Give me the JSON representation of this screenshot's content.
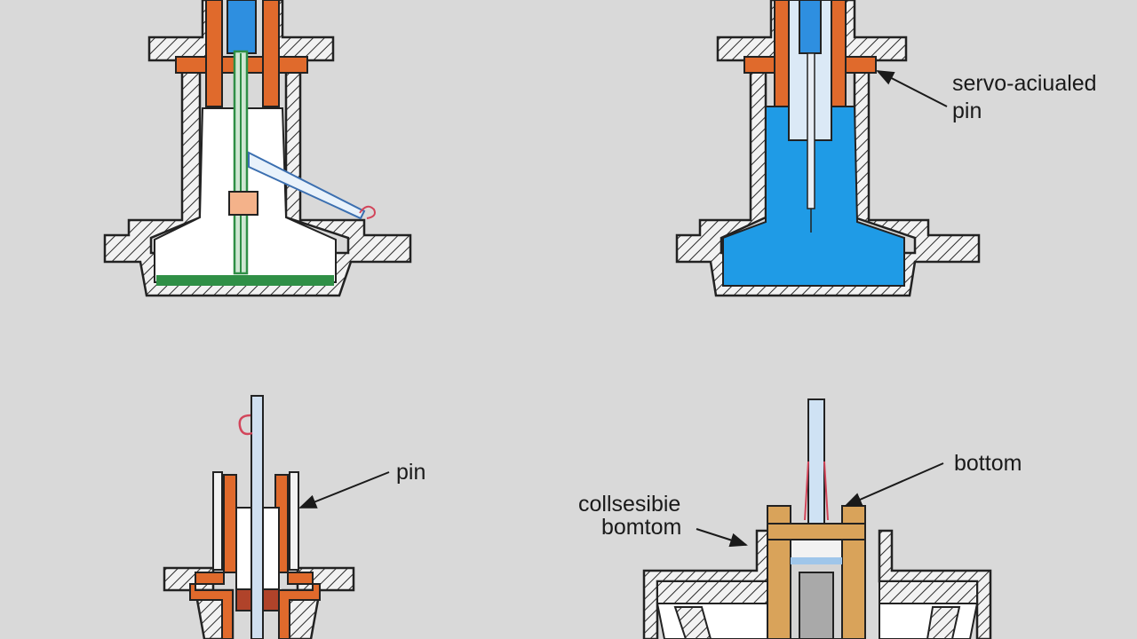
{
  "colors": {
    "background": "#d9d9d9",
    "hatch_fill": "#f2f2f2",
    "outline": "#222222",
    "copper": "#e06a2c",
    "pin_blue": "#2e8fe0",
    "liquid_blue": "#1f9be6",
    "liquid_green": "#2f8f46",
    "tan": "#d9a35a"
  },
  "labels": {
    "servo_line1": "servo-aciualed",
    "servo_line2": "pin",
    "pin": "pin",
    "bottom": "bottom",
    "collapsible_line1": "collsesibie",
    "collapsible_line2": "bomtom"
  },
  "icons": [
    "hatched-housing-cross-section",
    "leader-arrow"
  ]
}
